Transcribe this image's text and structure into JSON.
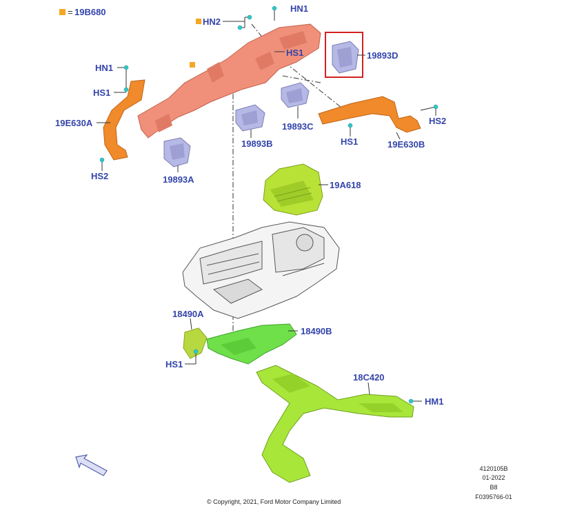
{
  "legend": {
    "symbol": "=",
    "part": "19B680"
  },
  "labels": {
    "hn1_top": "HN1",
    "hn2": "HN2",
    "hs1_top": "HS1",
    "p19893D": "19893D",
    "hn1_left": "HN1",
    "hs1_left": "HS1",
    "p19E630A": "19E630A",
    "hs2_left": "HS2",
    "p19893A": "19893A",
    "p19893B": "19893B",
    "p19893C": "19893C",
    "hs1_mid": "HS1",
    "p19E630B": "19E630B",
    "hs2_right": "HS2",
    "p19A618": "19A618",
    "p18490A": "18490A",
    "p18490B": "18490B",
    "hs1_low": "HS1",
    "p18C420": "18C420",
    "hm1": "HM1"
  },
  "reference": {
    "line1": "4120105B",
    "line2": "01-2022",
    "line3": "B8",
    "line4": "F0395766-01"
  },
  "copyright": "© Copyright, 2021, Ford Motor Company Limited",
  "colors": {
    "label": "#3344aa",
    "duct_salmon": "#f0907a",
    "duct_orange": "#f08a2a",
    "vent_purple": "#b6b8e6",
    "blower_green": "#b8e236",
    "duct_green": "#6fe04a",
    "duct_yellowgreen": "#a8e63a",
    "highlight_box": "#d42020",
    "fastener": "#30c8c8"
  }
}
